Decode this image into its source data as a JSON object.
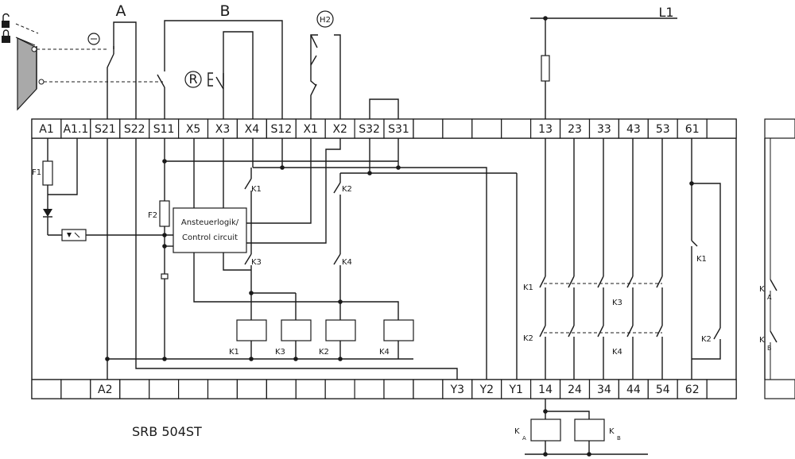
{
  "header": {
    "label_a": "A",
    "label_b": "B",
    "label_h2": "H2",
    "label_r": "R",
    "label_l1": "L1"
  },
  "top_terminals": [
    "A1",
    "A1.1",
    "S21",
    "S22",
    "S11",
    "X5",
    "X3",
    "X4",
    "S12",
    "X1",
    "X2",
    "S32",
    "S31",
    "",
    "",
    "",
    "",
    "13",
    "23",
    "33",
    "43",
    "53",
    "61",
    ""
  ],
  "bottom_terminals": [
    "",
    "",
    "A2",
    "",
    "",
    "",
    "",
    "",
    "",
    "",
    "",
    "",
    "",
    "",
    "Y3",
    "Y2",
    "Y1",
    "14",
    "24",
    "34",
    "44",
    "54",
    "62",
    ""
  ],
  "side_terminals": {
    "top": "",
    "bottom": ""
  },
  "components": {
    "f1": "F1",
    "f2": "F2",
    "control": [
      "Ansteuerlogik/",
      "Control circuit"
    ],
    "relay_coils": [
      "K1",
      "K3",
      "K2",
      "K4"
    ],
    "contact_k1_top": "K1",
    "contact_k2_top": "K2",
    "contact_k3": "K3",
    "contact_k4": "K4",
    "output_k1": "K1",
    "output_k2": "K2",
    "output_k3": "K3",
    "output_k4": "K4",
    "aux_k1": "K1",
    "aux_k2": "K2",
    "side_ka": {
      "main": "K",
      "sub": "A"
    },
    "side_kb": {
      "main": "K",
      "sub": "B"
    },
    "load_ka": {
      "main": "K",
      "sub": "A"
    },
    "load_kb": {
      "main": "K",
      "sub": "B"
    }
  },
  "caption": "SRB 504ST",
  "icons": [
    "unlocked-padlock-icon",
    "locked-padlock-icon",
    "door-guard-actuator-icon",
    "h2-lamp-icon",
    "reset-button-icon"
  ],
  "colors": {
    "line": "#1a1a1a",
    "actuator": "#a9a9a9",
    "background": "#ffffff"
  }
}
